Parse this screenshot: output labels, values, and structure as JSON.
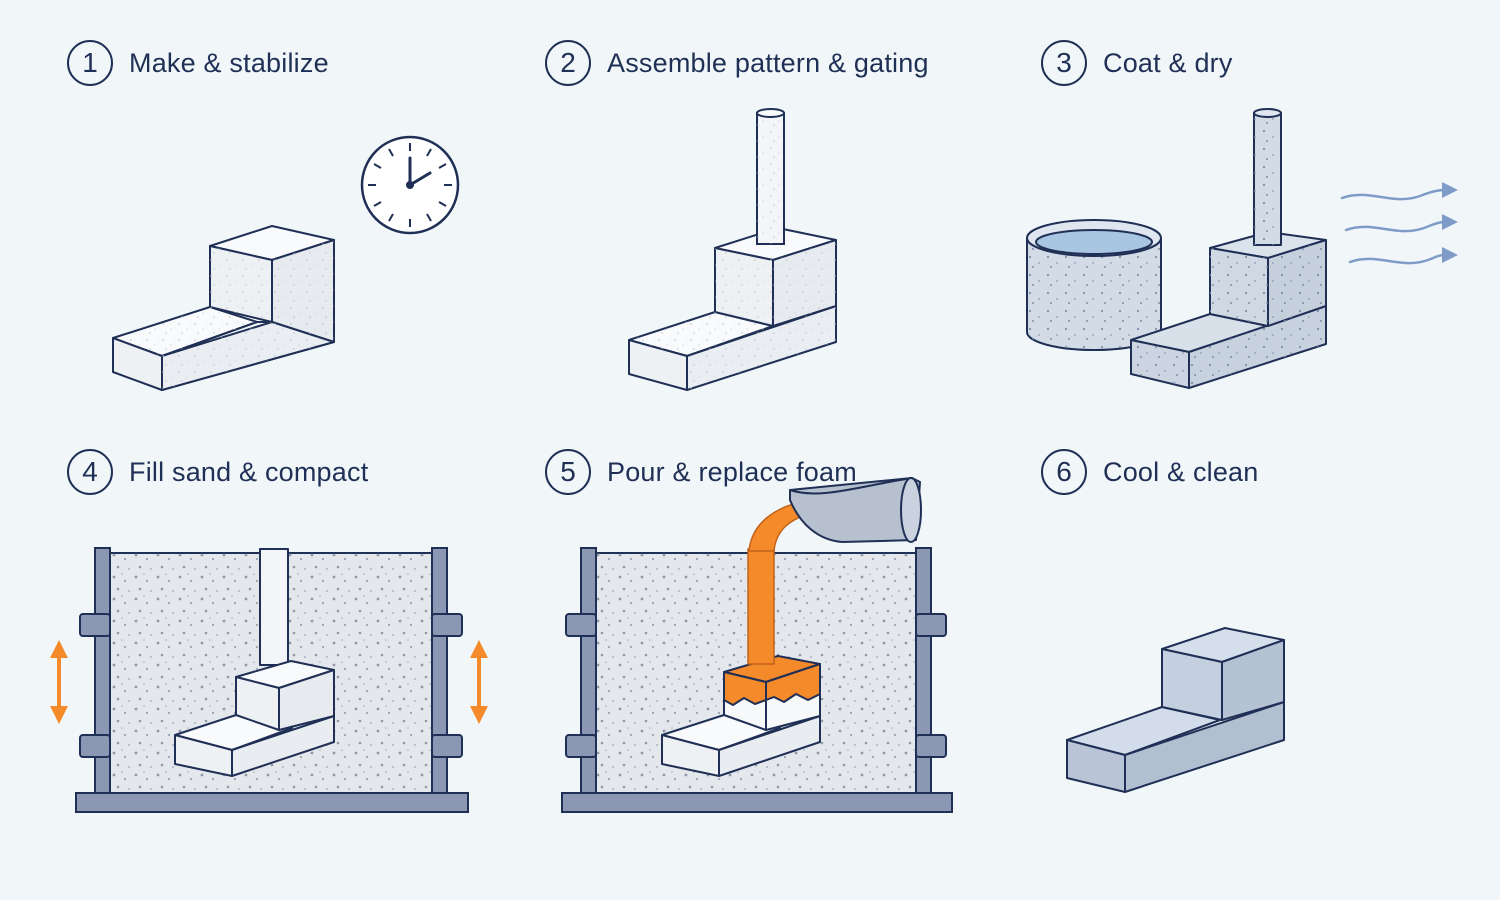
{
  "steps": [
    {
      "number": "1",
      "title": "Make & stabilize",
      "icon": "clock-icon"
    },
    {
      "number": "2",
      "title": "Assemble pattern & gating",
      "icon": "sprue-icon"
    },
    {
      "number": "3",
      "title": "Coat & dry",
      "icon": "coating-tank-icon"
    },
    {
      "number": "4",
      "title": "Fill sand & compact",
      "icon": "vibration-arrows-icon"
    },
    {
      "number": "5",
      "title": "Pour & replace foam",
      "icon": "ladle-icon"
    },
    {
      "number": "6",
      "title": "Cool & clean",
      "icon": "metal-casting-icon"
    }
  ],
  "colors": {
    "ink": "#1f2f55",
    "background": "#f1f7f9",
    "foam": "#f6f8fa",
    "sand": "#e4e8ec",
    "molten_metal": "#f58a2a",
    "flask": "#8c98b3",
    "casting_metal": "#c4cfdf",
    "air_flow": "#7f9cc8"
  }
}
